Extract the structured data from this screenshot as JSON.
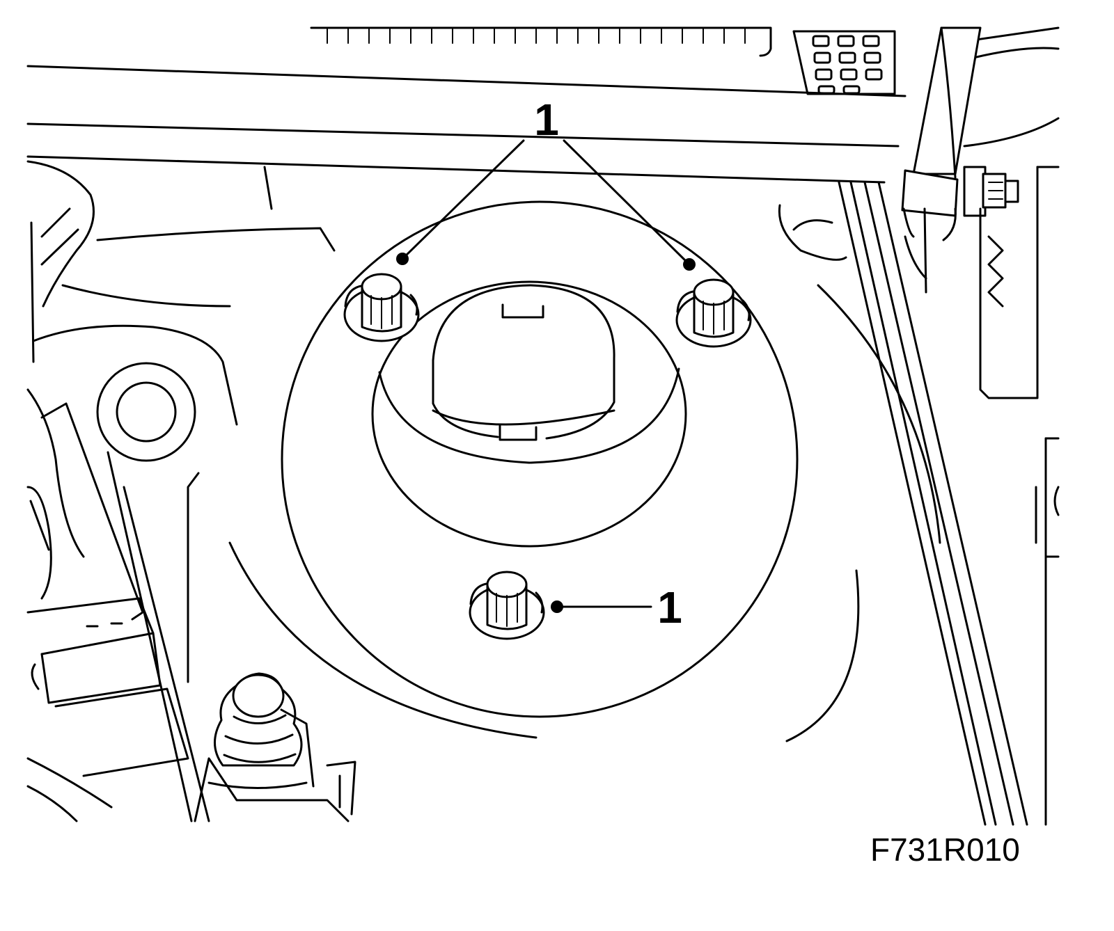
{
  "figure": {
    "callouts": [
      {
        "id": "top",
        "label": "1"
      },
      {
        "id": "right",
        "label": "1"
      }
    ],
    "figure_code": "F731R010",
    "line_color": "#000000",
    "background": "#ffffff"
  }
}
